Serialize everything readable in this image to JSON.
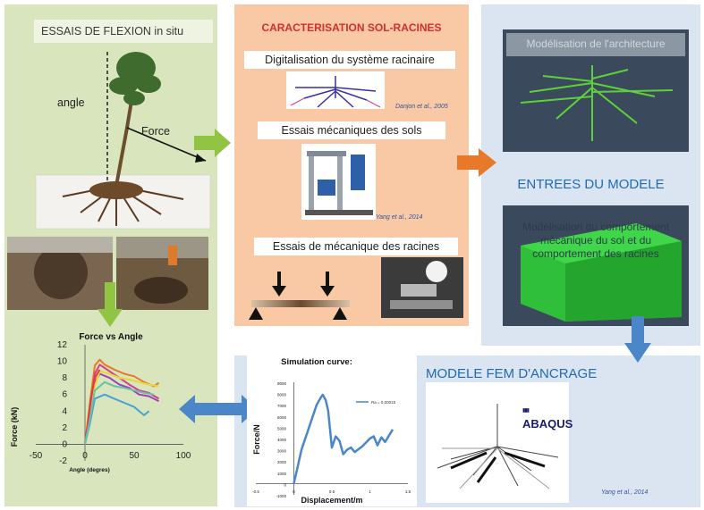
{
  "left_panel": {
    "title": "ESSAIS DE FLEXION in situ",
    "angle_label": "angle",
    "force_label": "Force"
  },
  "middle_panel": {
    "title": "CARACTERISATION SOL-RACINES",
    "step1": "Digitalisation du système racinaire",
    "step1_ref": "Danjon et al., 2005",
    "step2": "Essais mécaniques des sols",
    "step2_ref": "Yang et al., 2014",
    "step3": "Essais de mécanique des racines"
  },
  "right_panel": {
    "architecture_label": "Modélisation de l'architecture",
    "entrees_title": "ENTREES DU MODELE",
    "behaviour_label": "Modélisation du comportement mécanique du sol et du comportement des racines"
  },
  "bottom_panel": {
    "title": "MODELE FEM D'ANCRAGE",
    "abaqus_logo": "ABAQUS",
    "ref": "Yang et al., 2014"
  },
  "colors": {
    "green_panel": "#d9e5bd",
    "orange_panel": "#f9c9a5",
    "blue_panel": "#dbe5f1",
    "title_red": "#d0312d",
    "title_blue": "#1f6bb4",
    "arrow_green": "#92c444",
    "arrow_orange": "#e8782a",
    "arrow_blue": "#4a86c8"
  },
  "chart_data": [
    {
      "type": "line",
      "title": "Force vs Angle",
      "xlabel": "Angle (degres)",
      "ylabel": "Force (kN)",
      "xlim": [
        -50,
        100
      ],
      "ylim": [
        -2,
        12
      ],
      "xticks": [
        "-50",
        "0",
        "50",
        "100"
      ],
      "yticks": [
        "-2",
        "0",
        "2",
        "4",
        "6",
        "8",
        "10",
        "12"
      ],
      "series": [
        {
          "color": "#e8782a",
          "x": [
            0,
            5,
            10,
            15,
            20,
            30,
            40,
            50,
            60,
            70,
            75
          ],
          "y": [
            0,
            5,
            9.5,
            10.2,
            9.6,
            9.0,
            8.5,
            8.2,
            7.5,
            7.0,
            7.4
          ]
        },
        {
          "color": "#d43f8d",
          "x": [
            0,
            5,
            10,
            15,
            25,
            35,
            45,
            55,
            65,
            75
          ],
          "y": [
            0,
            4,
            8.5,
            9.6,
            8.8,
            8.0,
            7.2,
            6.5,
            6.2,
            5.5
          ]
        },
        {
          "color": "#9f3fbf",
          "x": [
            0,
            5,
            10,
            15,
            25,
            35,
            45,
            55,
            65,
            75
          ],
          "y": [
            0,
            3.5,
            7.5,
            8.5,
            8.0,
            7.2,
            6.8,
            6.0,
            5.8,
            5.2
          ]
        },
        {
          "color": "#e8d63a",
          "x": [
            0,
            5,
            10,
            15,
            25,
            35,
            45,
            55,
            65,
            75
          ],
          "y": [
            0,
            3,
            7,
            8.8,
            8.5,
            8.0,
            7.8,
            7.5,
            7.2,
            7.0
          ]
        },
        {
          "color": "#4aa0d8",
          "x": [
            0,
            5,
            10,
            20,
            30,
            40,
            50,
            55,
            60,
            65
          ],
          "y": [
            0,
            2.5,
            5.5,
            6.0,
            5.5,
            5.0,
            4.5,
            4.0,
            3.5,
            4.0
          ]
        },
        {
          "color": "#e23a3a",
          "x": [
            0,
            3,
            6,
            10,
            15
          ],
          "y": [
            0,
            2.5,
            5.5,
            8.0,
            9.0
          ]
        },
        {
          "color": "#6ac2a6",
          "x": [
            0,
            5,
            10,
            20,
            30,
            40,
            50,
            60,
            70
          ],
          "y": [
            0,
            3,
            6.5,
            7.5,
            7.0,
            6.8,
            6.5,
            6.2,
            6.0
          ]
        }
      ]
    },
    {
      "type": "line",
      "title": "Simulation curve:",
      "xlabel": "Displacement/m",
      "ylabel": "Force/N",
      "xlim": [
        -0.5,
        1.5
      ],
      "ylim": [
        -1000,
        9000
      ],
      "xticks": [
        "-0.5",
        "0",
        "0.5",
        "1",
        "1.5"
      ],
      "yticks": [
        "-1000",
        "0",
        "1000",
        "2000",
        "3000",
        "4000",
        "5000",
        "6000",
        "7000",
        "8000",
        "9000"
      ],
      "series": [
        {
          "name": "Ra = 0,00015",
          "color": "#4a86c8",
          "x": [
            0,
            0.05,
            0.1,
            0.2,
            0.3,
            0.35,
            0.38,
            0.42,
            0.45,
            0.5,
            0.55,
            0.6,
            0.65,
            0.7,
            0.75,
            0.8,
            0.9,
            1.0,
            1.05,
            1.1,
            1.15,
            1.2,
            1.3
          ],
          "y": [
            0,
            1500,
            3000,
            5000,
            7000,
            7600,
            7900,
            7400,
            6500,
            3200,
            4200,
            3800,
            2600,
            3000,
            3200,
            2800,
            3300,
            4000,
            4200,
            3400,
            4100,
            3700,
            4800
          ]
        }
      ]
    }
  ]
}
